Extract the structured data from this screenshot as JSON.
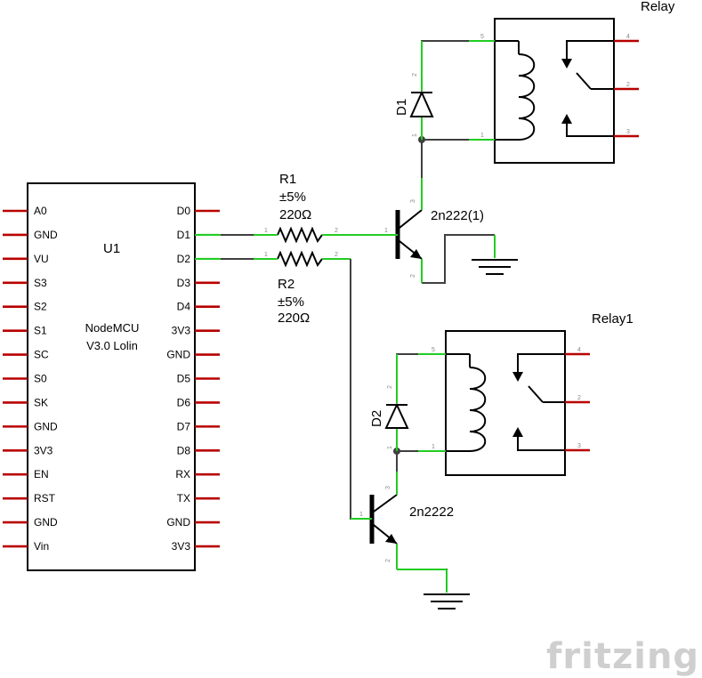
{
  "mcu": {
    "ref": "U1",
    "model_line1": "NodeMCU",
    "model_line2": "V3.0 Lolin",
    "left_pins": [
      "A0",
      "GND",
      "VU",
      "S3",
      "S2",
      "S1",
      "SC",
      "S0",
      "SK",
      "GND",
      "3V3",
      "EN",
      "RST",
      "GND",
      "Vin"
    ],
    "right_pins": [
      "D0",
      "D1",
      "D2",
      "D3",
      "D4",
      "3V3",
      "GND",
      "D5",
      "D6",
      "D7",
      "D8",
      "RX",
      "TX",
      "GND",
      "3V3"
    ]
  },
  "r1": {
    "ref": "R1",
    "tol": "±5%",
    "value": "220Ω",
    "pin1": "1",
    "pin2": "2"
  },
  "r2": {
    "ref": "R2",
    "tol": "±5%",
    "value": "220Ω",
    "pin1": "1",
    "pin2": "2"
  },
  "q1": {
    "ref": "2n222(1)",
    "b": "1",
    "c": "3",
    "e": "2"
  },
  "q2": {
    "ref": "2n2222",
    "b": "1",
    "c": "3",
    "e": "2"
  },
  "d1": {
    "ref": "D1",
    "top": "2",
    "bot": "1"
  },
  "d2": {
    "ref": "D2",
    "top": "2",
    "bot": "1"
  },
  "relay1": {
    "ref": "Relay",
    "p5": "5",
    "p1": "1",
    "p4": "4",
    "p2": "2",
    "p3": "3"
  },
  "relay2": {
    "ref": "Relay1",
    "p5": "5",
    "p1": "1",
    "p4": "4",
    "p2": "2",
    "p3": "3"
  },
  "brand": "fritzing",
  "colors": {
    "wire": "#404040",
    "connected_lead": "#22cc22",
    "unconnected_pin": "#b80000",
    "brand": "#cfcfcf"
  }
}
